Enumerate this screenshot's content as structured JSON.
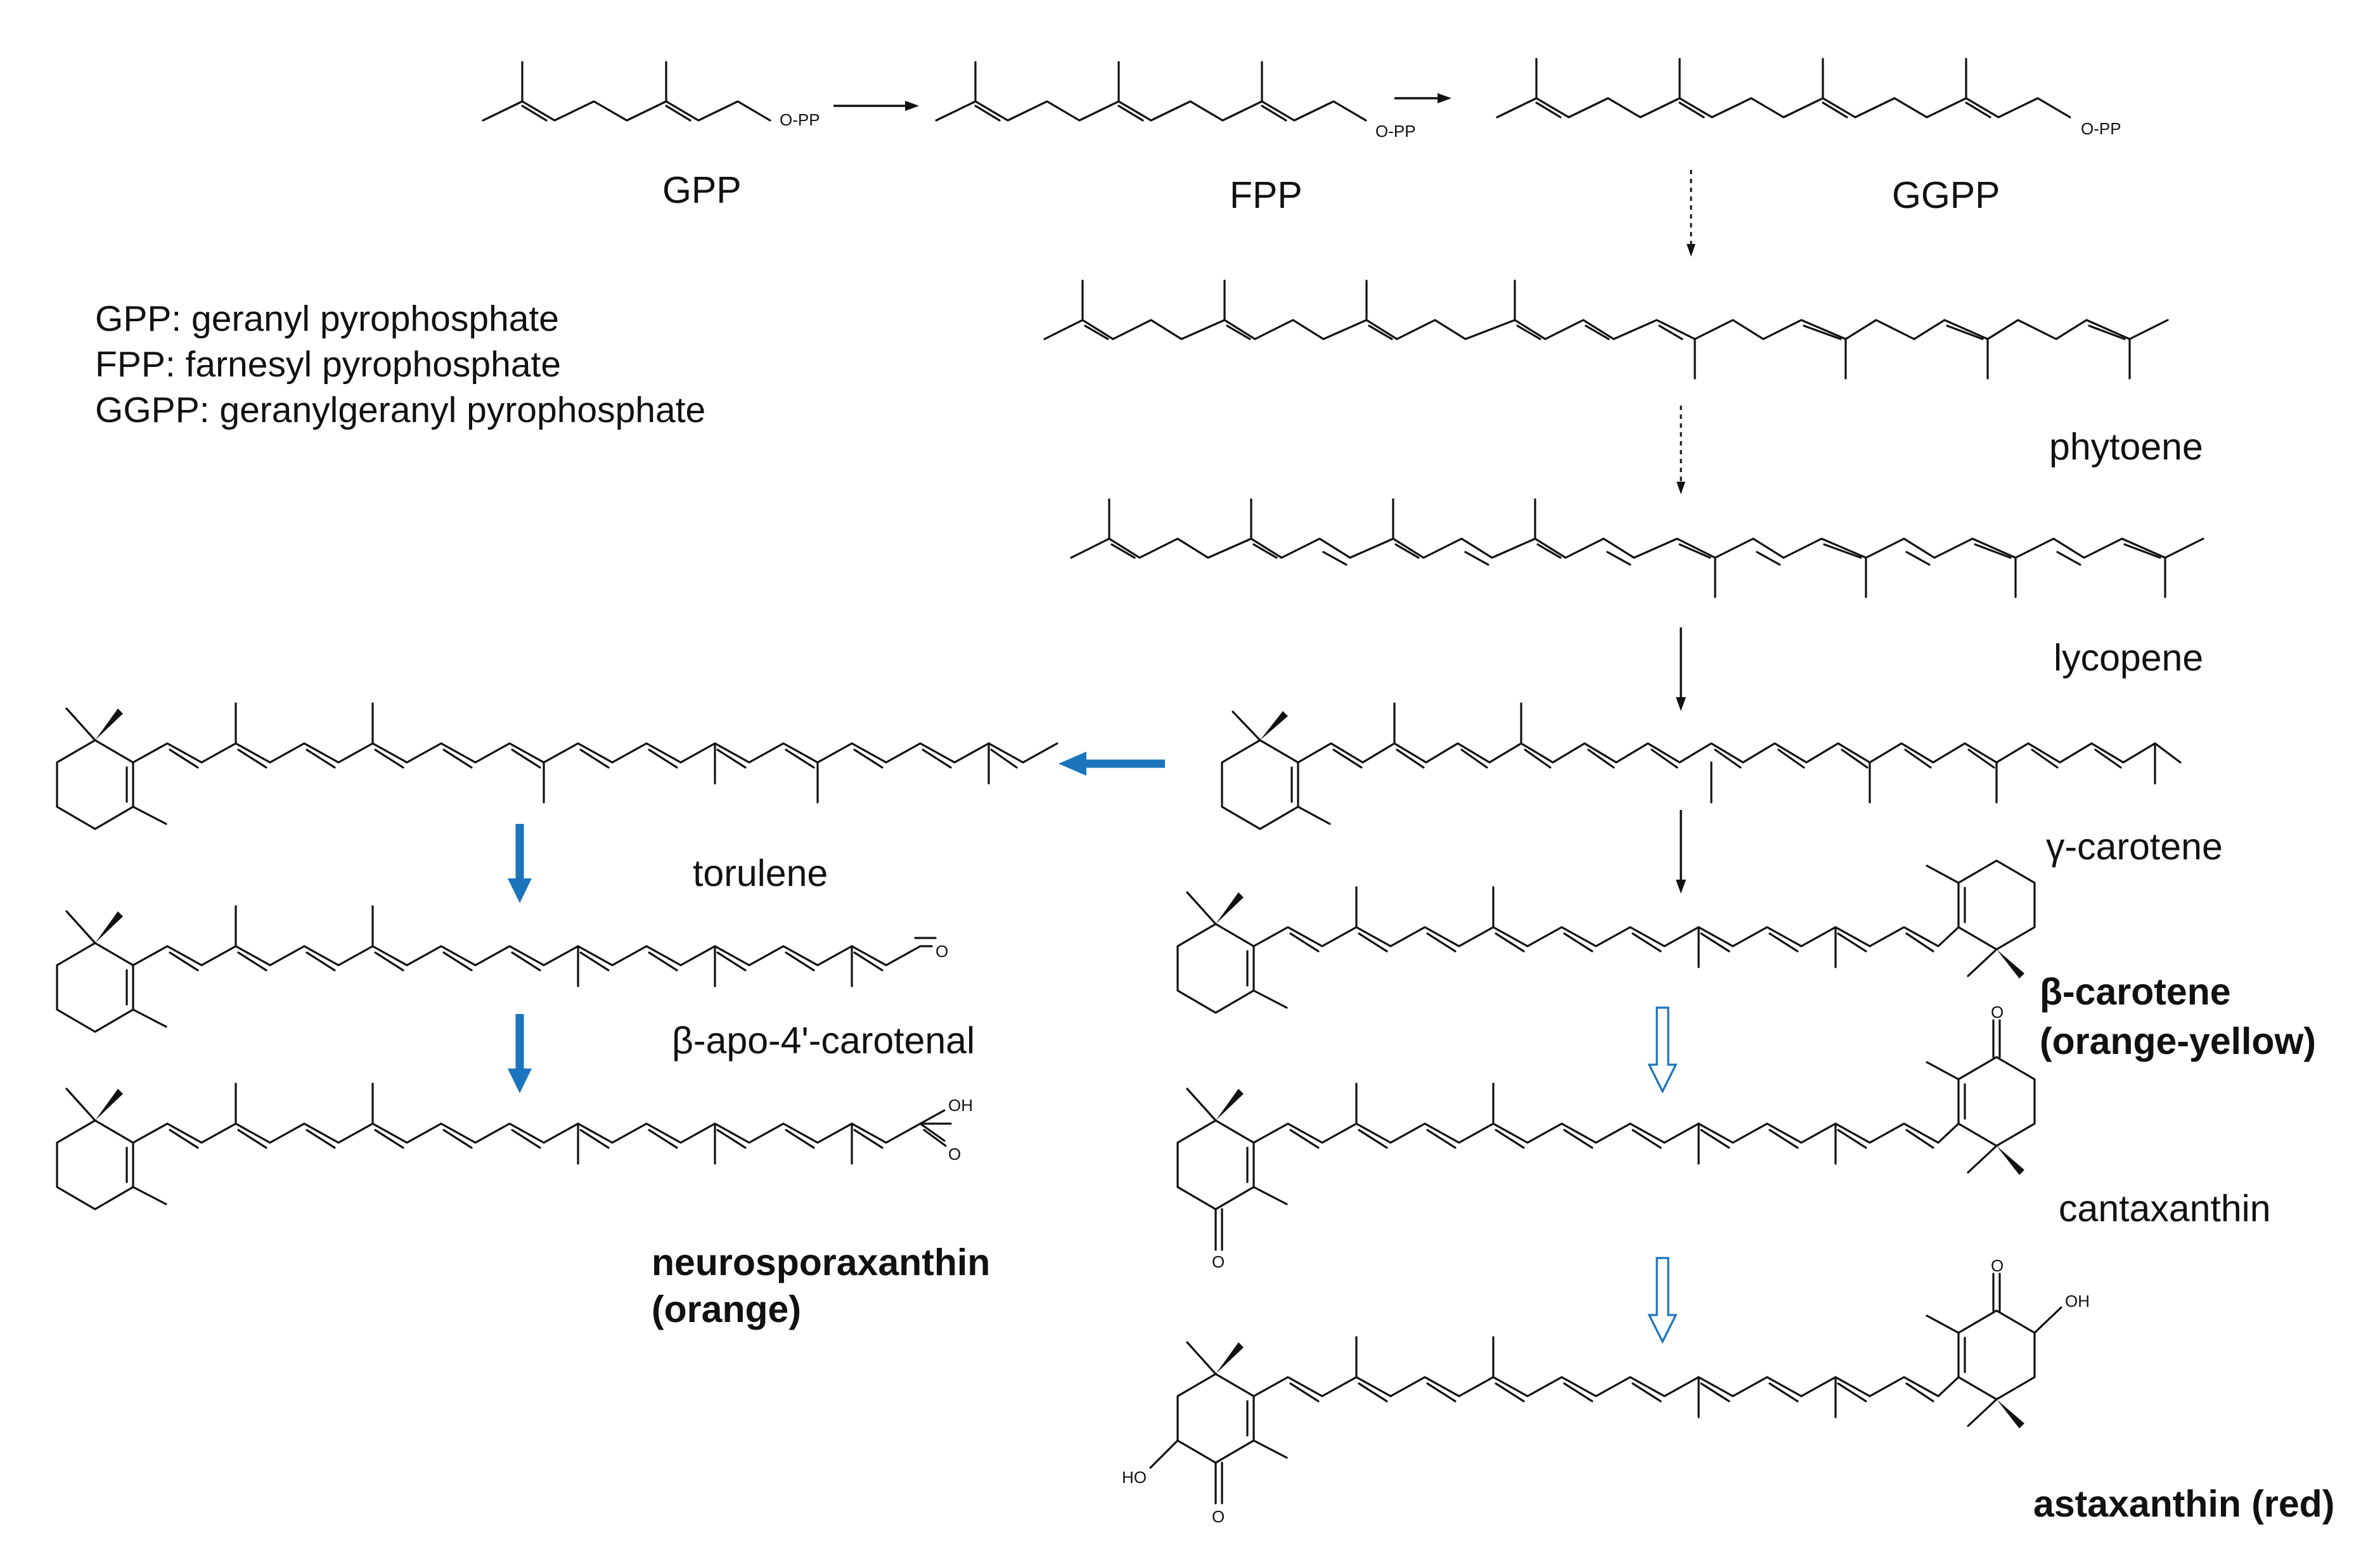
{
  "labels": {
    "gpp": "GPP",
    "fpp": "FPP",
    "ggpp": "GGPP",
    "phytoene": "phytoene",
    "lycopene": "lycopene",
    "gamma_carotene": "γ-carotene",
    "torulene": "torulene",
    "beta_apo": "β-apo-4'-carotenal",
    "neurosporaxanthin_line1": "neurosporaxanthin",
    "neurosporaxanthin_line2": "(orange)",
    "beta_carotene_line1": "β-carotene",
    "beta_carotene_line2": "(orange-yellow)",
    "cantaxanthin": "cantaxanthin",
    "astaxanthin": "astaxanthin (red)"
  },
  "legend": [
    "GPP: geranyl pyrophosphate",
    "FPP: farnesyl pyrophosphate",
    "GGPP: geranylgeranyl pyrophosphate"
  ],
  "atoms": {
    "opp": "O-PP",
    "oh": "OH",
    "ho": "HO",
    "o": "O"
  },
  "colors": {
    "ink": "#111111",
    "arrow_blue": "#1a75bc",
    "background": "#ffffff"
  }
}
